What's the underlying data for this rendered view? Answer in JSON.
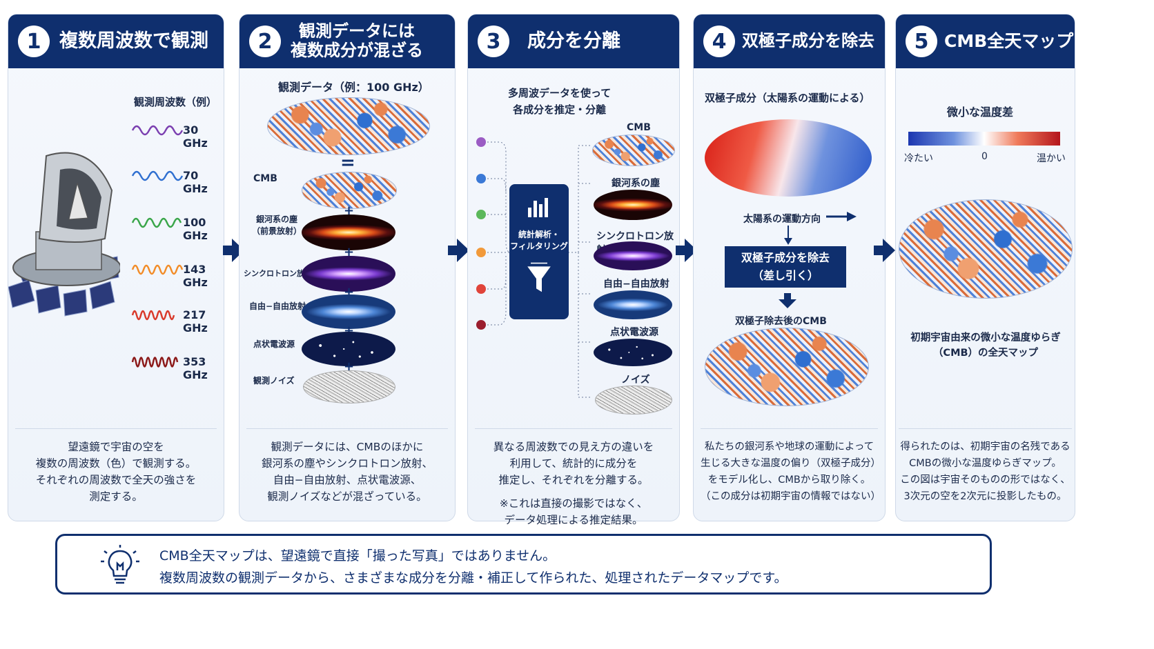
{
  "panels": [
    {
      "num": "1",
      "title": "複数周波数で観測",
      "desc": [
        "望遠鏡で宇宙の空を",
        "複数の周波数（色）で観測する。",
        "それぞれの周波数で全天の強さを",
        "測定する。"
      ]
    },
    {
      "num": "2",
      "title_line1": "観測データには",
      "title_line2": "複数成分が混ざる",
      "desc": [
        "観測データには、CMBのほかに",
        "銀河系の塵やシンクロトロン放射、",
        "自由−自由放射、点状電波源、",
        "観測ノイズなどが混ざっている。"
      ]
    },
    {
      "num": "3",
      "title": "成分を分離",
      "desc": [
        "異なる周波数での見え方の違いを",
        "利用して、統計的に成分を",
        "推定し、それぞれを分離する。"
      ],
      "note": [
        "※これは直接の撮影ではなく、",
        "データ処理による推定結果。"
      ]
    },
    {
      "num": "4",
      "title": "双極子成分を除去",
      "desc": [
        "私たちの銀河系や地球の運動によって",
        "生じる大きな温度の偏り（双極子成分）",
        "をモデル化し、CMBから取り除く。",
        "（この成分は初期宇宙の情報ではない）"
      ]
    },
    {
      "num": "5",
      "title": "CMB全天マップ",
      "desc": [
        "得られたのは、初期宇宙の名残である",
        "CMBの微小な温度ゆらぎマップ。",
        "この図は宇宙そのものの形ではなく、",
        "3次元の空を2次元に投影したもの。"
      ]
    }
  ],
  "p1": {
    "freq_header": "観測周波数（例）",
    "frequencies": [
      {
        "label": "30 GHz",
        "color": "#7b3fb0"
      },
      {
        "label": "70 GHz",
        "color": "#2f6fd0"
      },
      {
        "label": "100 GHz",
        "color": "#3aa64a"
      },
      {
        "label": "143 GHz",
        "color": "#f28c28"
      },
      {
        "label": "217 GHz",
        "color": "#d93a2b"
      },
      {
        "label": "353 GHz",
        "color": "#8c1a1a"
      }
    ]
  },
  "p2": {
    "data_label": "観測データ（例：100 GHz）",
    "equals": "=",
    "plus": "+",
    "components": [
      "CMB",
      "銀河系の塵\n（前景放射）",
      "シンクロトロン放射",
      "自由−自由放射",
      "点状電波源",
      "観測ノイズ"
    ],
    "dust_line1": "銀河系の塵",
    "dust_line2": "（前景放射）"
  },
  "p3": {
    "intro_line1": "多周波データを使って",
    "intro_line2": "各成分を推定・分離",
    "box_line1": "統計解析・",
    "box_line2": "フィルタリング",
    "dot_colors": [
      "#9b5cc4",
      "#3b79d6",
      "#5bb85b",
      "#f29a3a",
      "#e0443a",
      "#9b1e2e"
    ],
    "outputs": [
      "CMB",
      "銀河系の塵",
      "シンクロトロン放射",
      "自由−自由放射",
      "点状電波源",
      "ノイズ"
    ]
  },
  "p4": {
    "dipole_label": "双極子成分（太陽系の運動による）",
    "motion_label": "太陽系の運動方向",
    "remove_line1": "双極子成分を除去",
    "remove_line2": "（差し引く）",
    "after_label": "双極子除去後のCMB",
    "colors": {
      "hot": "#e0271f",
      "cold": "#2a58c9"
    }
  },
  "p5": {
    "scale_title": "微小な温度差",
    "cold": "冷たい",
    "zero": "0",
    "warm": "温かい",
    "caption_line1": "初期宇宙由来の微小な温度ゆらぎ",
    "caption_line2": "（CMB）の全天マップ"
  },
  "bottom": {
    "line1": "CMB全天マップは、望遠鏡で直接「撮った写真」ではありません。",
    "line2": "複数周波数の観測データから、さまざまな成分を分離・補正して作られた、処理されたデータマップです。"
  },
  "accent": "#0f2f6e"
}
